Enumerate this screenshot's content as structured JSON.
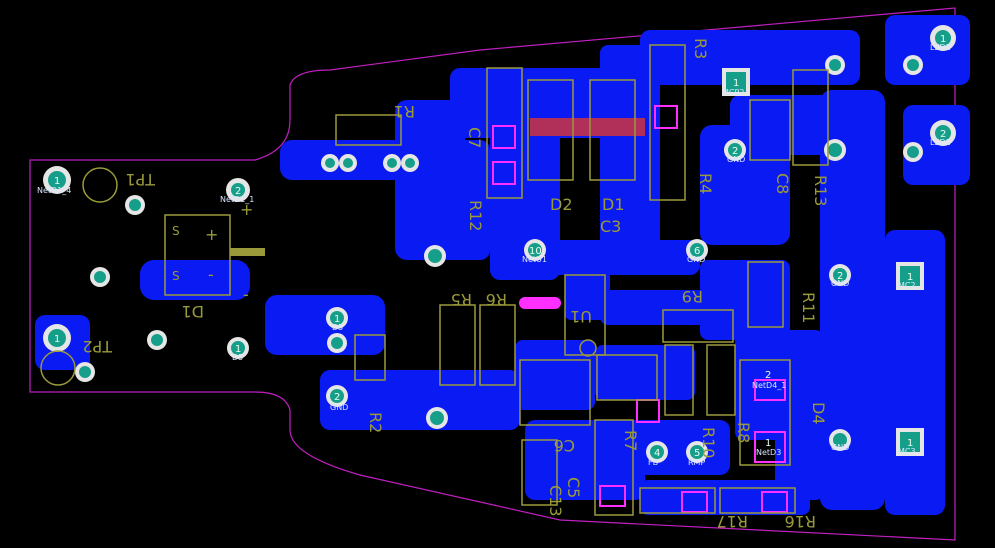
{
  "colors": {
    "background": "#000000",
    "copper": "#0a1af2",
    "pad": "#159f8a",
    "silkscreen": "#9a9a3a",
    "outline": "#c020c0",
    "highlight": "#ff30ff"
  },
  "labels": {
    "r1": "R1",
    "c7": "C7",
    "r12": "R12",
    "d2": "D2",
    "d1": "D1",
    "r3": "R3",
    "r4": "R4",
    "c8": "C8",
    "r13": "R13",
    "c3": "C3",
    "r5": "R5",
    "r6": "R6",
    "r9": "R9",
    "u1": "U1",
    "r11": "R11",
    "tp1": "TP1",
    "tp2": "TP2",
    "d1_bridge": "D1",
    "c6": "C6",
    "c5": "C5",
    "r7": "R7",
    "r10": "R10",
    "r8": "R8",
    "r2": "R2",
    "d4": "D4",
    "r17": "R17",
    "r16": "R16",
    "c13": "C13",
    "led1": "LED1",
    "led2": "LED1",
    "plus": "+",
    "minus": "-",
    "s1": "S",
    "s2": "S",
    "plus2": "+",
    "minus2": "-"
  },
  "pads": {
    "p_tp_top": "1",
    "p_tp_bot": "1",
    "p_netd1": "2",
    "p_d5a": "1",
    "p_d5b": "1",
    "p_gnd_left": "2",
    "p_u1_10": "10",
    "p_u1_6": "6",
    "p_mcp2": "1",
    "p_gnd_r": "2",
    "p_mc2": "1",
    "p_gnd_r2": "2",
    "p_mc3": "1",
    "p_led_top": "1",
    "p_led_bot": "2",
    "p_4": "4",
    "p_5": "5",
    "p_d4_2": "2",
    "p_d4_1": "1"
  },
  "nets": {
    "n_tp1": "NetD1_4",
    "n_d1": "NetD1_1",
    "n_d5a": "D5",
    "n_d5b": "D5",
    "n_gnd_left": "GND",
    "n_u1": "NetU1",
    "n_gnd_u1": "GND",
    "n_mcp2": "MCP2",
    "n_gnd_c8": "GND",
    "n_gnd_r": "GND",
    "n_mc2": "MC2",
    "n_gnd_r2": "GND",
    "n_mc3": "MC3",
    "n_led": "LED1",
    "n_led2": "LED1",
    "n_4": "FB",
    "n_5": "RMP",
    "n_d4_2": "NetD4_1",
    "n_d4_1": "NetD3"
  }
}
